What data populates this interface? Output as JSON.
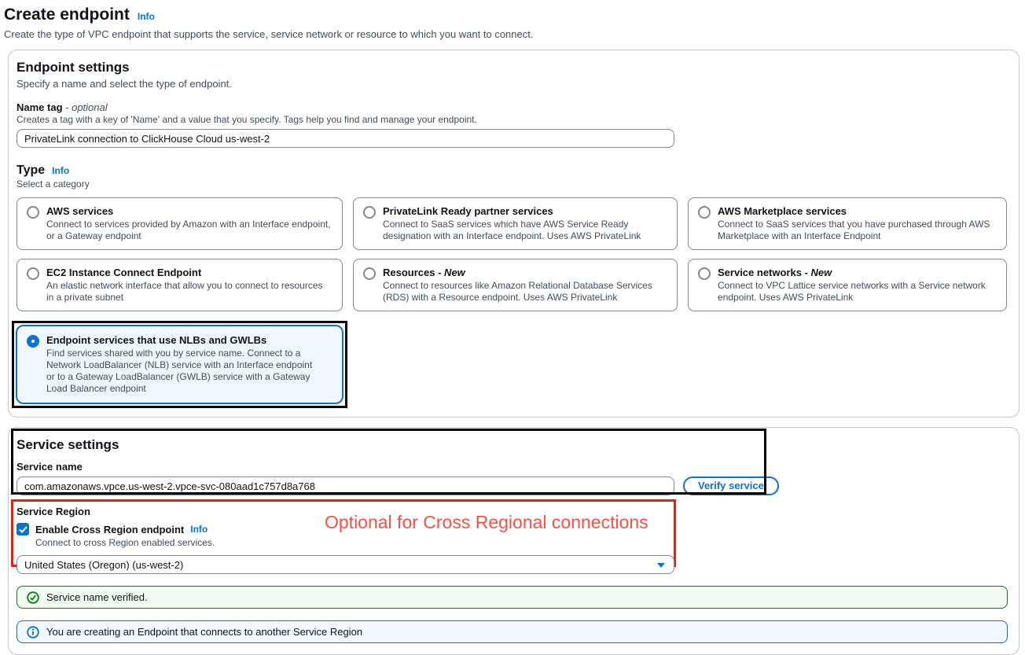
{
  "page": {
    "title": "Create endpoint",
    "title_info": "Info",
    "description": "Create the type of VPC endpoint that supports the service, service network or resource to which you want to connect."
  },
  "endpoint_settings": {
    "heading": "Endpoint settings",
    "subheading": "Specify a name and select the type of endpoint.",
    "name_tag": {
      "label": "Name tag",
      "optional_suffix": "- optional",
      "help": "Creates a tag with a key of 'Name' and a value that you specify. Tags help you find and manage your endpoint.",
      "value": "PrivateLink connection to ClickHouse Cloud us-west-2"
    },
    "type": {
      "label": "Type",
      "info": "Info",
      "help": "Select a category",
      "options": [
        {
          "title": "AWS services",
          "badge": "",
          "description": "Connect to services provided by Amazon with an Interface endpoint, or a Gateway endpoint",
          "selected": false
        },
        {
          "title": "PrivateLink Ready partner services",
          "badge": "",
          "description": "Connect to SaaS services which have AWS Service Ready designation with an Interface endpoint. Uses AWS PrivateLink",
          "selected": false
        },
        {
          "title": "AWS Marketplace services",
          "badge": "",
          "description": "Connect to SaaS services that you have purchased through AWS Marketplace with an Interface Endpoint",
          "selected": false
        },
        {
          "title": "EC2 Instance Connect Endpoint",
          "badge": "",
          "description": "An elastic network interface that allow you to connect to resources in a private subnet",
          "selected": false
        },
        {
          "title": "Resources",
          "badge": "- New",
          "description": "Connect to resources like Amazon Relational Database Services (RDS) with a Resource endpoint. Uses AWS PrivateLink",
          "selected": false
        },
        {
          "title": "Service networks",
          "badge": "- New",
          "description": "Connect to VPC Lattice service networks with a Service network endpoint. Uses AWS PrivateLink",
          "selected": false
        },
        {
          "title": "Endpoint services that use NLBs and GWLBs",
          "badge": "",
          "description": "Find services shared with you by service name. Connect to a Network LoadBalancer (NLB) service with an Interface endpoint or to a Gateway LoadBalancer (GWLB) service with a Gateway Load Balancer endpoint",
          "selected": true
        }
      ]
    }
  },
  "service_settings": {
    "heading": "Service settings",
    "service_name_label": "Service name",
    "service_name_value": "com.amazonaws.vpce.us-west-2.vpce-svc-080aad1c757d8a768",
    "verify_button": "Verify service",
    "service_region": {
      "label": "Service Region",
      "checkbox_label": "Enable Cross Region endpoint",
      "checkbox_info": "Info",
      "checkbox_help": "Connect to cross Region enabled services.",
      "region_value": "United States (Oregon) (us-west-2)"
    },
    "annotation_note": "Optional for Cross Regional connections",
    "alerts": {
      "success": "Service name verified.",
      "info": "You are creating an Endpoint that connects to another Service Region"
    }
  },
  "colors": {
    "link_blue": "#0972d3",
    "selected_tile_bg": "#f0f7ff",
    "success_border": "#037f0c",
    "success_bg": "#f2fcf3",
    "info_border": "#0972d3",
    "info_bg": "#f0f7ff",
    "annotation_black": "#000000",
    "annotation_red": "#e0240f",
    "annotation_text_red": "#fb4f43"
  }
}
